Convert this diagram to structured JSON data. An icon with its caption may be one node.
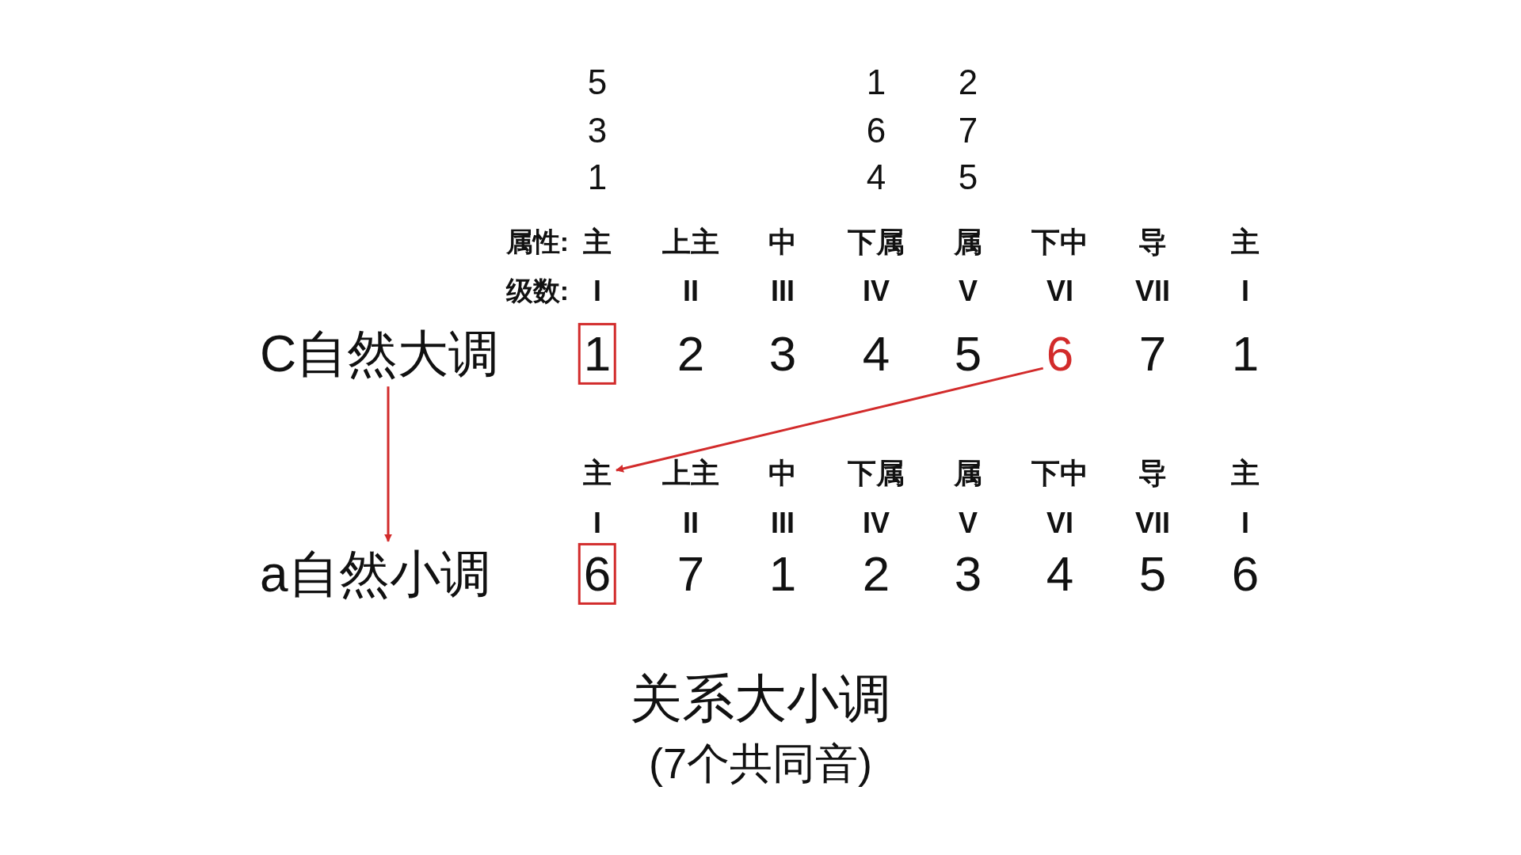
{
  "diagram": {
    "title": "关系大小调",
    "caption": "(7个共同音)",
    "nodes": [
      {
        "text": [
          "C自然大调"
        ]
      },
      {
        "text": [
          "1"
        ]
      },
      {
        "text": [
          "6"
        ]
      },
      {
        "text": [
          "主"
        ]
      },
      {
        "text": [
          "a自然小调"
        ]
      },
      {
        "text": [
          "6"
        ]
      }
    ],
    "edges": [
      {
        "from": 0,
        "to": 4,
        "arrow": "to"
      },
      {
        "from": 2,
        "to": 3,
        "arrow": "to"
      }
    ],
    "labels": [
      "5",
      "1",
      "2",
      "3",
      "6",
      "7",
      "1",
      "4",
      "5",
      "属性:",
      "主",
      "上主",
      "中",
      "下属",
      "属",
      "下中",
      "导",
      "主",
      "级数:",
      "I",
      "II",
      "III",
      "IV",
      "V",
      "VI",
      "VII",
      "I",
      "2",
      "3",
      "4",
      "5",
      "7",
      "1",
      "上主",
      "中",
      "下属",
      "属",
      "下中",
      "导",
      "主",
      "I",
      "II",
      "III",
      "IV",
      "V",
      "VI",
      "VII",
      "I",
      "7",
      "1",
      "2",
      "3",
      "4",
      "5",
      "6"
    ]
  }
}
